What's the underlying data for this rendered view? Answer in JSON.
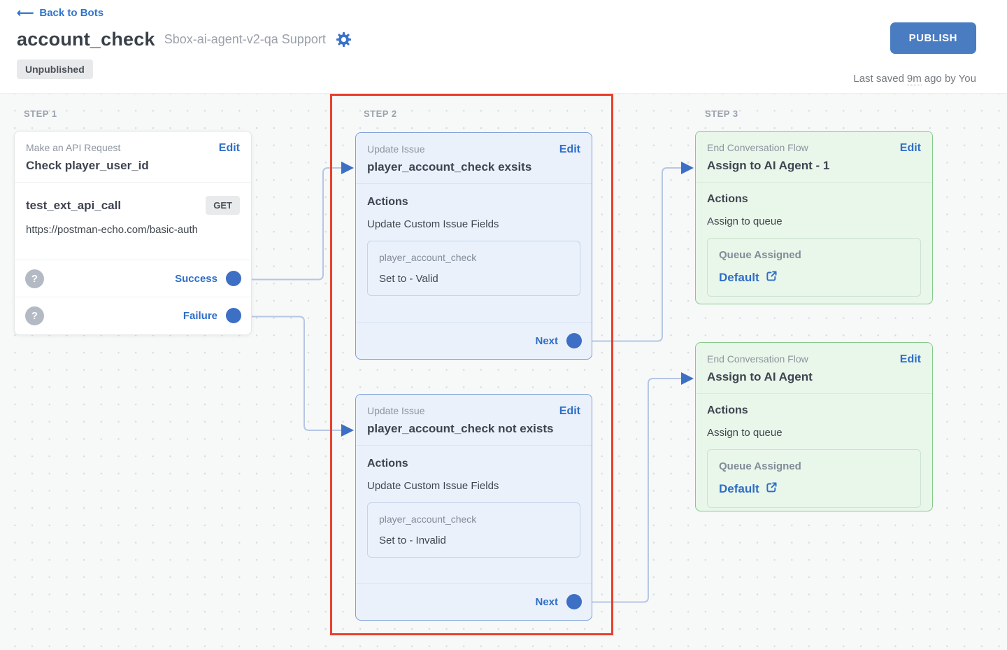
{
  "colors": {
    "accent_blue": "#2f6ec6",
    "publish_button_blue": "#4a7cc1",
    "connector_line_blue": "#b6c7e4",
    "port_dot_blue": "#3d6fc4",
    "highlight_red": "#e8402c",
    "update_card_bg": "#eaf1fb",
    "update_card_border": "#7da0d6",
    "end_card_bg": "#e9f6ea",
    "end_card_border": "#85c98b"
  },
  "icons": {
    "back_arrow": "⟵",
    "help": "?"
  },
  "header": {
    "back_link": "Back to Bots",
    "title": "account_check",
    "subtitle": "Sbox-ai-agent-v2-qa Support",
    "publish_label": "PUBLISH",
    "status_badge": "Unpublished",
    "last_saved_prefix": "Last saved",
    "last_saved_time": "9m",
    "last_saved_suffix": "ago by You"
  },
  "canvas": {
    "step_labels": [
      "STEP 1",
      "STEP 2",
      "STEP 3"
    ],
    "cards": {
      "api": {
        "type_label": "Make an API Request",
        "title": "Check player_user_id",
        "edit_label": "Edit",
        "api_name": "test_ext_api_call",
        "method": "GET",
        "url": "https://postman-echo.com/basic-auth",
        "success_label": "Success",
        "failure_label": "Failure"
      },
      "update_exists": {
        "type_label": "Update Issue",
        "title": "player_account_check exsits",
        "edit_label": "Edit",
        "actions_label": "Actions",
        "action": "Update Custom Issue Fields",
        "field_name": "player_account_check",
        "field_value": "Set to - Valid",
        "next_label": "Next"
      },
      "update_not_exists": {
        "type_label": "Update Issue",
        "title": "player_account_check not exists",
        "edit_label": "Edit",
        "actions_label": "Actions",
        "action": "Update Custom Issue Fields",
        "field_name": "player_account_check",
        "field_value": "Set to - Invalid",
        "next_label": "Next"
      },
      "end_agent_1": {
        "type_label": "End Conversation Flow",
        "title": "Assign to AI Agent - 1",
        "edit_label": "Edit",
        "actions_label": "Actions",
        "action": "Assign to queue",
        "queue_label": "Queue Assigned",
        "queue_value": "Default"
      },
      "end_agent": {
        "type_label": "End Conversation Flow",
        "title": "Assign to AI Agent",
        "edit_label": "Edit",
        "actions_label": "Actions",
        "action": "Assign to queue",
        "queue_label": "Queue Assigned",
        "queue_value": "Default"
      }
    }
  }
}
